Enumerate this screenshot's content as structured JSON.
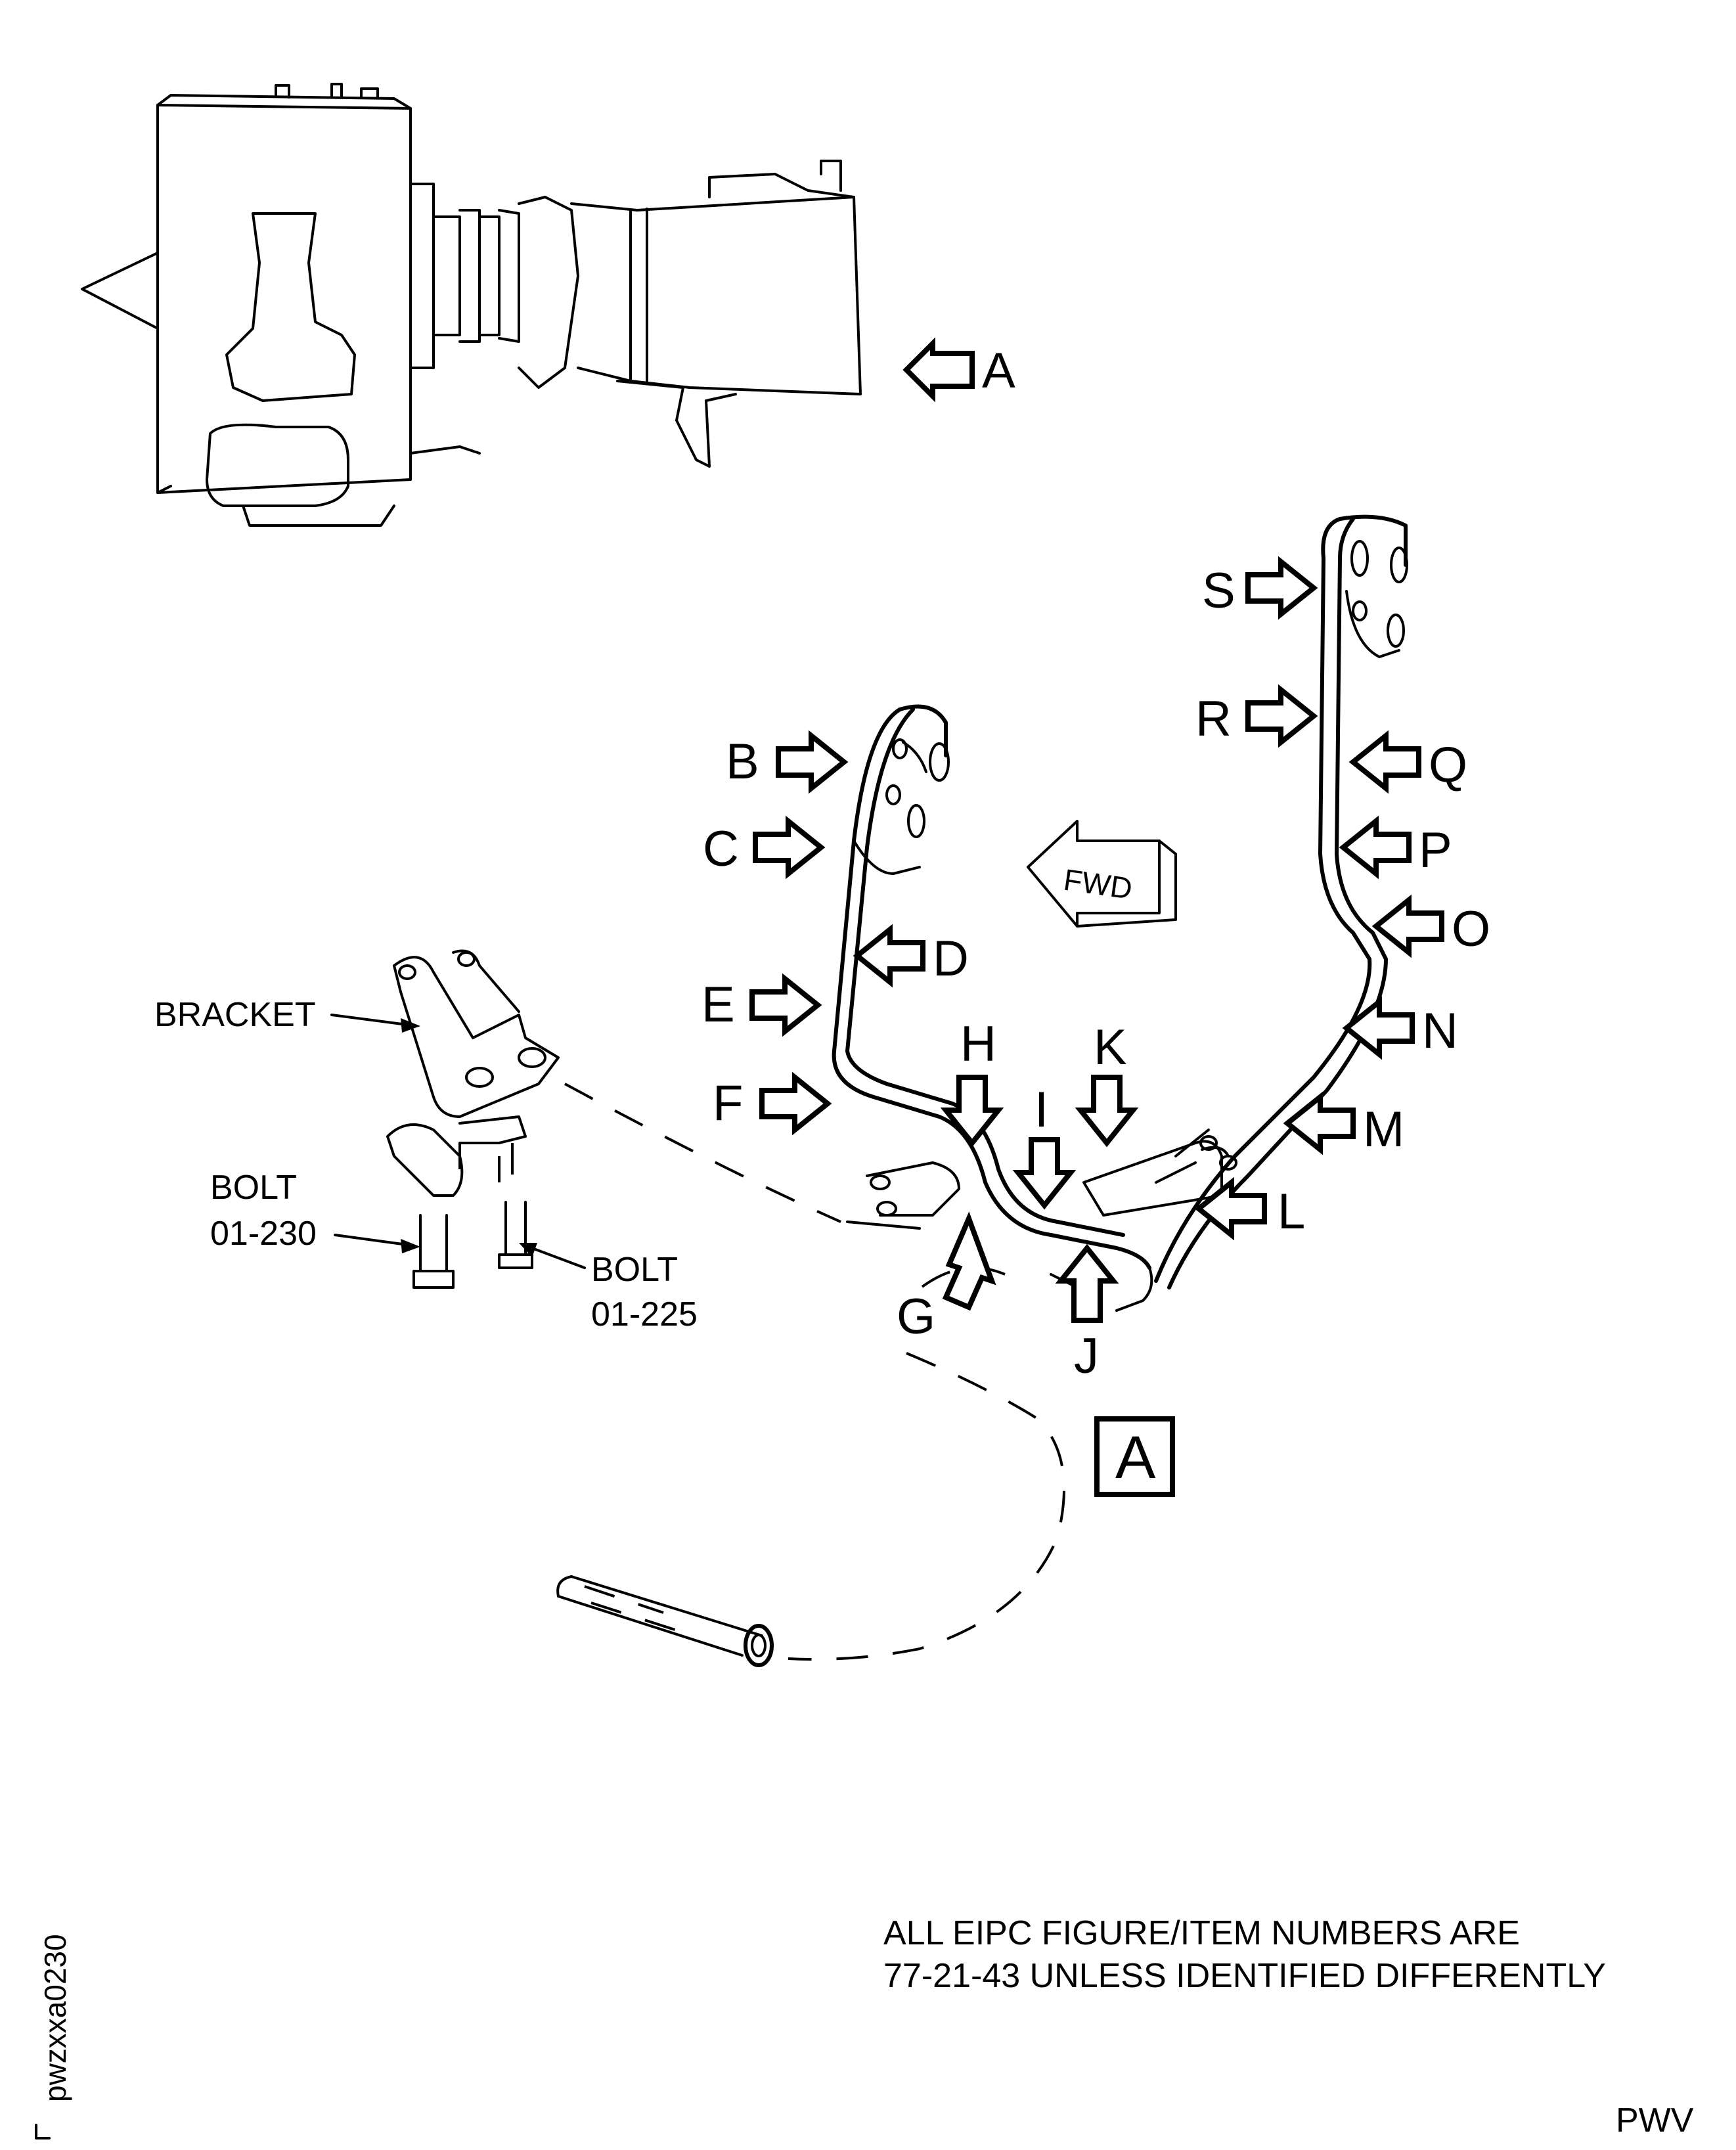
{
  "view_arrow_label": "A",
  "zone_label": "A",
  "fwd_label": "FWD",
  "callouts": {
    "B": "B",
    "C": "C",
    "D": "D",
    "E": "E",
    "F": "F",
    "G": "G",
    "H": "H",
    "I": "I",
    "J": "J",
    "K": "K",
    "L": "L",
    "M": "M",
    "N": "N",
    "O": "O",
    "P": "P",
    "Q": "Q",
    "R": "R",
    "S": "S"
  },
  "parts": {
    "bracket": "BRACKET",
    "bolt_1_name": "BOLT",
    "bolt_1_number": "01-230",
    "bolt_2_name": "BOLT",
    "bolt_2_number": "01-225"
  },
  "note": {
    "line1": "ALL EIPC FIGURE/ITEM NUMBERS ARE",
    "line2": "77-21-43 UNLESS IDENTIFIED DIFFERENTLY"
  },
  "figure_id": "pwzxxa0230",
  "footer_code": "PWV"
}
